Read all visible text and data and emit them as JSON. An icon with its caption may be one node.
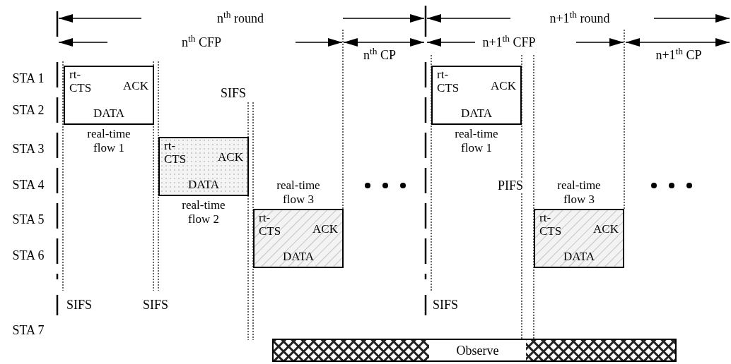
{
  "diagram": {
    "nodes": [
      {
        "text": [
          "rt- CTS",
          "ACK",
          "DATA"
        ],
        "beside": [
          "real-time flow 1"
        ]
      },
      {
        "text": [
          "rt- CTS",
          "ACK",
          "DATA"
        ],
        "beside": [
          "real-time flow 2"
        ]
      },
      {
        "text": [
          "rt- CTS",
          "ACK",
          "DATA"
        ],
        "beside": [
          "real-time flow 3"
        ]
      },
      {
        "text": [
          "rt- CTS",
          "ACK",
          "DATA"
        ],
        "beside": [
          "real-time flow 1"
        ]
      },
      {
        "text": [
          "rt- CTS",
          "ACK",
          "DATA"
        ],
        "beside": [
          "real-time flow 3"
        ]
      },
      {
        "text": [
          "Observe"
        ]
      }
    ],
    "edges": [],
    "labels": [
      "n$^{th}$ round",
      "n+1$^{th}$ round",
      "n$^{th}$ CFP",
      "n$^{th}$ CP",
      "n+1$^{th}$ CFP",
      "n+1$^{th}$ CP",
      "STA 1",
      "STA 2",
      "SIFS",
      "STA 3",
      "STA 4",
      "PIFS",
      "STA 5",
      "STA 6",
      "SIFS",
      "SIFS",
      "SIFS",
      "STA 7"
    ]
  }
}
